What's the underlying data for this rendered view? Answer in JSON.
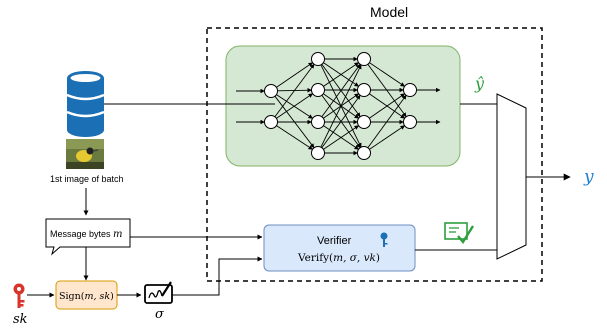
{
  "model": {
    "label": "Model"
  },
  "image": {
    "caption": "1st image of batch"
  },
  "message": {
    "label": "Message bytes ",
    "var": "m"
  },
  "sign": {
    "label": "Sign(",
    "args": "m, sk",
    "close": ")"
  },
  "verifier": {
    "title": "Verifier",
    "func": "Verify(",
    "args": "m, σ, vk",
    "close": ")"
  },
  "outputs": {
    "y_hat": "ŷ",
    "y": "y"
  },
  "symbols": {
    "sk": "sk",
    "sigma": "σ"
  },
  "colors": {
    "nn_fill": "#d5e8d4",
    "nn_stroke": "#82b366",
    "verifier_fill": "#dae8fc",
    "verifier_stroke": "#6c8ebf",
    "sign_fill": "#ffe6cc",
    "sign_stroke": "#d79b00",
    "db": "#1a6fb5",
    "key_red": "#d9342b",
    "key_blue": "#1a6fb5",
    "check_green": "#2e9e3e",
    "y_hat": "#2e9e3e",
    "y": "#1a7fd4"
  },
  "icons": [
    "database-icon",
    "bird-photo-icon",
    "red-key-icon",
    "blue-key-icon",
    "signature-icon",
    "certificate-check-icon"
  ]
}
